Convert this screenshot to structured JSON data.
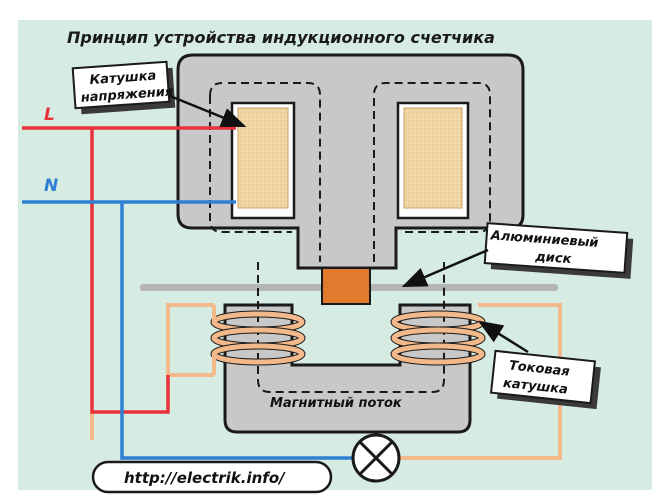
{
  "title": "Принцип устройства индукционного счетчика",
  "labels": {
    "voltage_coil_line1": "Катушка",
    "voltage_coil_line2": "напряжения",
    "aluminum_disk_line1": "Алюминиевый",
    "aluminum_disk_line2": "диск",
    "current_coil_line1": "Токовая",
    "current_coil_line2": "катушка",
    "magnetic_flux": "Магнитный поток",
    "wire_l": "L",
    "wire_n": "N",
    "url": "http://electrik.info/"
  },
  "colors": {
    "background": "#d6ece3",
    "core": "#c8c8c8",
    "coil_fill": "#f2d7a6",
    "phase_wire": "#e8313b",
    "neutral_wire": "#2f7fd2",
    "current_wire": "#f3b98a",
    "disk": "#b5b5b5",
    "brake": "#e07a2c"
  },
  "icons": {
    "lamp": "lamp-icon"
  }
}
